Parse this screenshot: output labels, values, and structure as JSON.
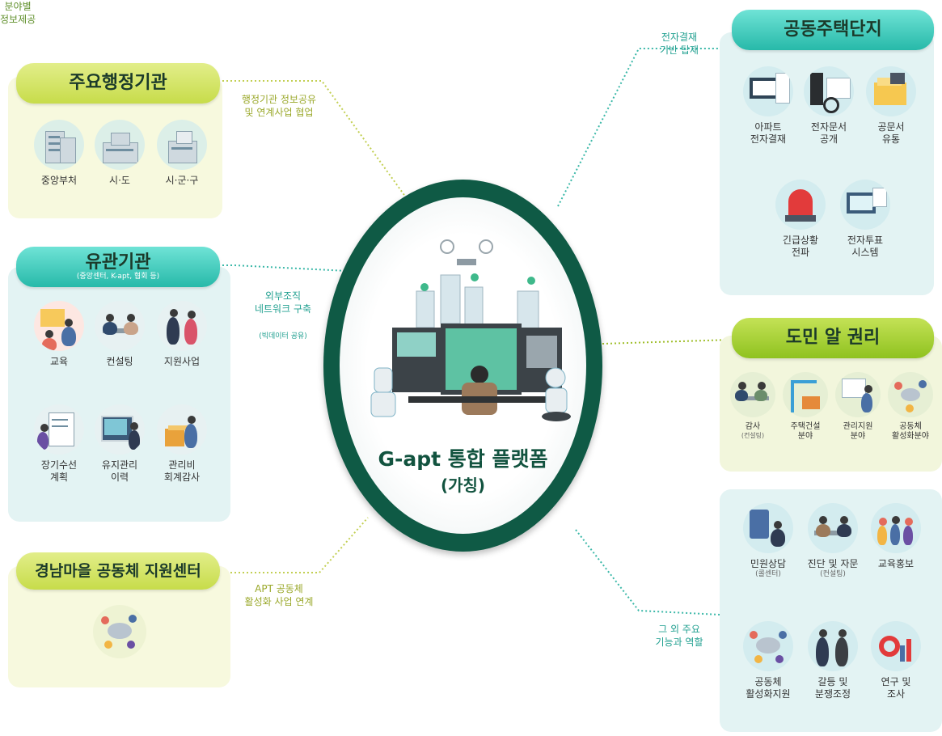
{
  "center": {
    "title": "G-apt 통합 플랫폼",
    "subtitle": "(가칭)"
  },
  "admin": {
    "title": "주요행정기관",
    "items": [
      {
        "label": "중앙부처",
        "icon": "government-building-icon"
      },
      {
        "label": "시·도",
        "icon": "city-hall-icon"
      },
      {
        "label": "시·군·구",
        "icon": "district-office-icon"
      }
    ],
    "connector": "행정기관 정보공유\n및 연계사업 협업"
  },
  "related": {
    "title": "유관기관",
    "subtitle": "(중앙센터, K-apt, 협회 등)",
    "items": [
      {
        "label": "교육",
        "icon": "education-icon"
      },
      {
        "label": "컨설팅",
        "icon": "consulting-icon"
      },
      {
        "label": "지원사업",
        "icon": "handshake-icon"
      },
      {
        "label": "장기수선\n계획",
        "icon": "planning-icon"
      },
      {
        "label": "유지관리\n이력",
        "icon": "maintenance-record-icon"
      },
      {
        "label": "관리비\n회계감사",
        "icon": "accounting-audit-icon"
      }
    ],
    "connector": "외부조직\n네트워크 구축",
    "connector_sub": "(빅데이터 공유)"
  },
  "center_support": {
    "title": "경남마을 공동체 지원센터",
    "icon": "community-meeting-icon",
    "connector": "APT 공동체\n활성화 사업 연계"
  },
  "housing": {
    "title": "공동주택단지",
    "items": [
      {
        "label": "아파트\n전자결재",
        "icon": "e-approval-icon"
      },
      {
        "label": "전자문서\n공개",
        "icon": "e-document-icon"
      },
      {
        "label": "공문서\n유통",
        "icon": "official-document-icon"
      },
      {
        "label": "긴급상황\n전파",
        "icon": "emergency-siren-icon"
      },
      {
        "label": "전자투표\n시스템",
        "icon": "e-voting-icon"
      }
    ],
    "connector": "전자결재\n기반 탑재"
  },
  "rights": {
    "title": "도민 알 권리",
    "items": [
      {
        "label": "감사",
        "sub": "(컨설팅)",
        "icon": "audit-icon"
      },
      {
        "label": "주택건설\n분야",
        "icon": "construction-icon"
      },
      {
        "label": "관리지원\n분야",
        "icon": "management-support-icon"
      },
      {
        "label": "공동체\n활성화분야",
        "icon": "community-activation-icon"
      }
    ],
    "connector": "분야별\n정보제공"
  },
  "functions": {
    "items": [
      {
        "label": "민원상담",
        "sub": "(콜센터)",
        "icon": "call-center-icon"
      },
      {
        "label": "진단 및 자문",
        "sub": "(컨설팅)",
        "icon": "diagnosis-icon"
      },
      {
        "label": "교육홍보",
        "icon": "promotion-icon"
      },
      {
        "label": "공동체\n활성화지원",
        "icon": "community-support-icon"
      },
      {
        "label": "갈등 및\n분쟁조정",
        "icon": "dispute-mediation-icon"
      },
      {
        "label": "연구 및\n조사",
        "icon": "research-icon"
      }
    ],
    "connector": "그 외 주요\n기능과 역할"
  },
  "colors": {
    "green_pill": "#c7dc4a",
    "teal_pill": "#27b9a9",
    "ring": "#0f5a45",
    "green_panel": "#f7f9de",
    "teal_panel": "#e3f3f3"
  }
}
